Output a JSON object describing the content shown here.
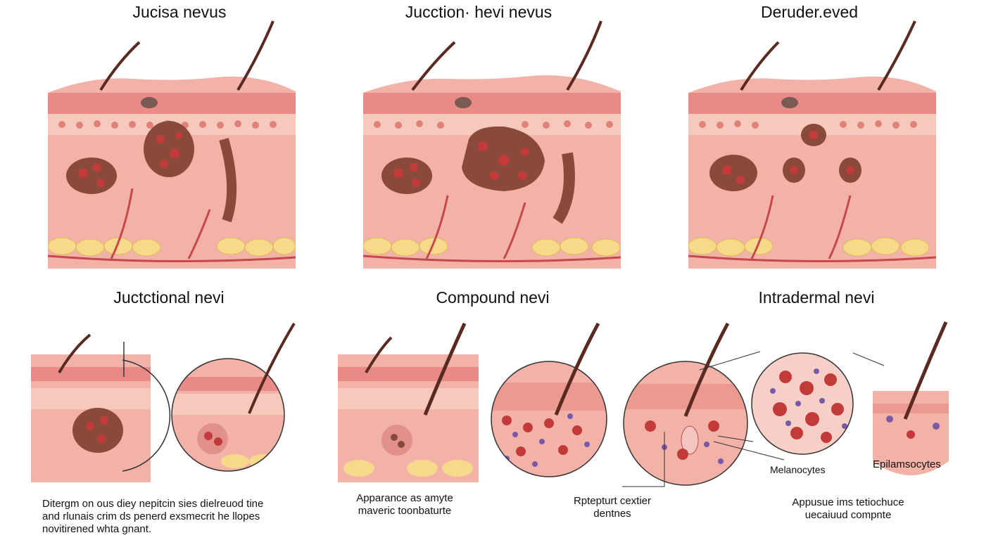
{
  "top_titles": [
    "Jucisa nevus",
    "Jucction· hevi nevus",
    "Deruder.eved"
  ],
  "mid_titles": [
    "Juctctional nevi",
    "Compound nevi",
    "Intradermal nevi"
  ],
  "labels": {
    "melanocytes": "Melanocytes",
    "epilamsocytes": "Epilamsocytes"
  },
  "captions": {
    "c1": [
      "Ditergm on ous diey nepitcin sies dielreuod tine",
      "and rlunais crim ds penerd exsmecrit he llopes",
      "novitirened whta gnant."
    ],
    "c2": [
      "Apparance as amyte",
      "maveric toonbaturte"
    ],
    "c3": [
      "Rptepturt cextier",
      "dentnes"
    ],
    "c4": [
      "Appusue ims tetiochuce",
      "uecaiuud compnte"
    ]
  },
  "colors": {
    "skin": "#f2b2a8",
    "epidermis": "#e98a86",
    "stratum": "#f7c8bc",
    "nest": "#8a4a3a",
    "cell": "#c23a3a",
    "fat": "#f6d98a",
    "hair": "#5a2a22",
    "purple": "#7a5aa8",
    "vessel": "#c5484a"
  },
  "icons": [
    "hair-follicle",
    "nest-of-melanocytes",
    "fat-cells",
    "blood-vessel"
  ]
}
